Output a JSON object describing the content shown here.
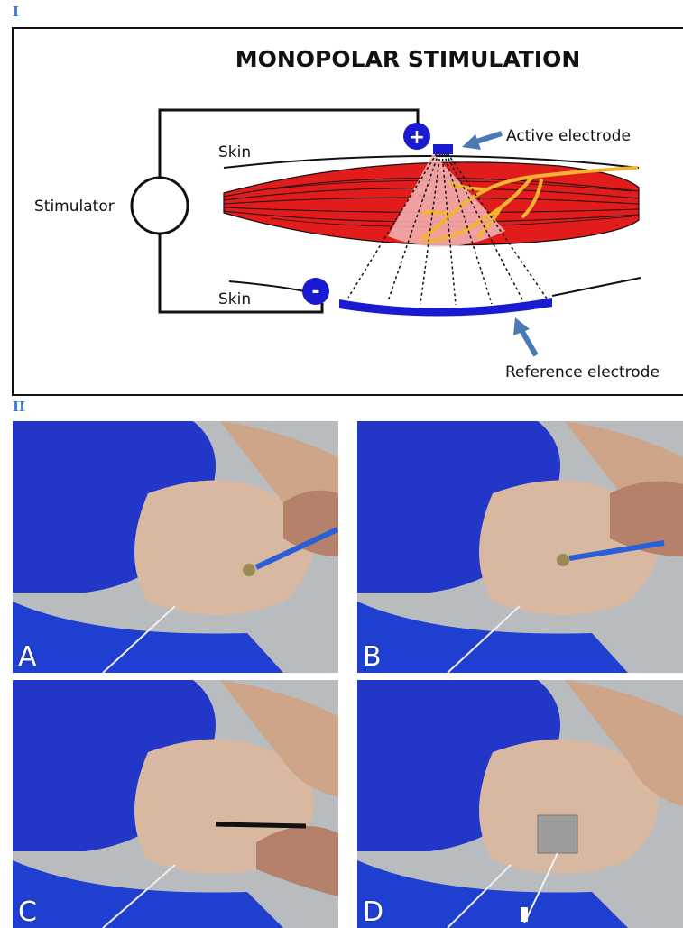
{
  "sections": {
    "part1": "I",
    "part2": "II"
  },
  "diagram": {
    "title": "MONOPOLAR STIMULATION",
    "stimulator_label": "Stimulator",
    "skin_top_label": "Skin",
    "skin_bottom_label": "Skin",
    "active_electrode_label": "Active electrode",
    "reference_electrode_label": "Reference electrode",
    "positive_symbol": "+",
    "negative_symbol": "-",
    "colors": {
      "muscle": "#e21b1b",
      "electrode": "#1a1ad0",
      "nerve": "#f2b531",
      "field": "#f4b6b6",
      "arrow": "#4a79b5"
    }
  },
  "photos": [
    {
      "letter": "A"
    },
    {
      "letter": "B"
    },
    {
      "letter": "C"
    },
    {
      "letter": "D"
    }
  ]
}
